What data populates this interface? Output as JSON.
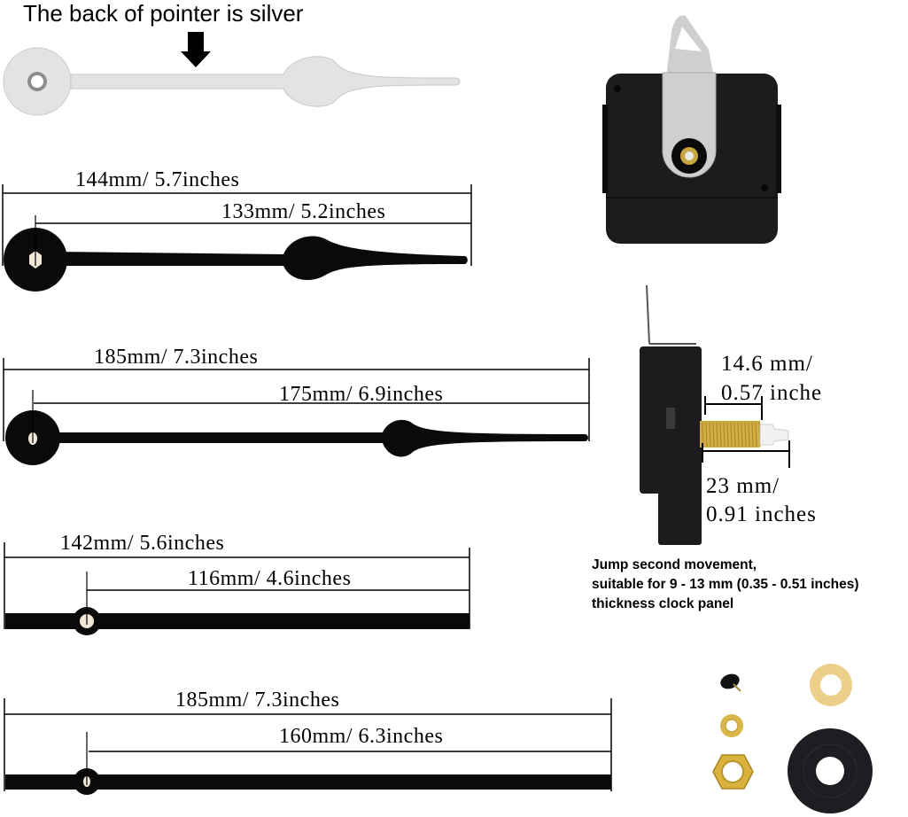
{
  "headline": "The back of pointer is silver",
  "colors": {
    "hand_black": "#0a0a0a",
    "silver": "#e3e3e3",
    "silver_edge": "#c8c8c8",
    "brass": "#d9b24a",
    "movement_body": "#1c1c1e",
    "hanger_metal": "#cfcfd2"
  },
  "hands": [
    {
      "name": "hour-hand-144",
      "total_label": "144mm/ 5.7inches",
      "inner_label": "133mm/ 5.2inches",
      "style": "spade"
    },
    {
      "name": "minute-hand-185",
      "total_label": "185mm/ 7.3inches",
      "inner_label": "175mm/ 6.9inches",
      "style": "spade"
    },
    {
      "name": "second-hand-142",
      "total_label": "142mm/ 5.6inches",
      "inner_label": "116mm/ 4.6inches",
      "style": "stick"
    },
    {
      "name": "second-hand-185",
      "total_label": "185mm/ 7.3inches",
      "inner_label": "160mm/ 6.3inches",
      "style": "stick"
    }
  ],
  "movement": {
    "thread_label_line1": "14.6 mm/",
    "thread_label_line2": "0.57 inche",
    "shaft_label_line1": "23 mm/",
    "shaft_label_line2": "0.91 inches"
  },
  "note": {
    "line1": "Jump second movement,",
    "line2": "suitable for 9 - 13 mm (0.35 - 0.51 inches)",
    "line3": "thickness clock panel"
  },
  "accessories": [
    "cap-nut",
    "brass-washer",
    "small-nut",
    "hex-nut",
    "rubber-gasket"
  ]
}
